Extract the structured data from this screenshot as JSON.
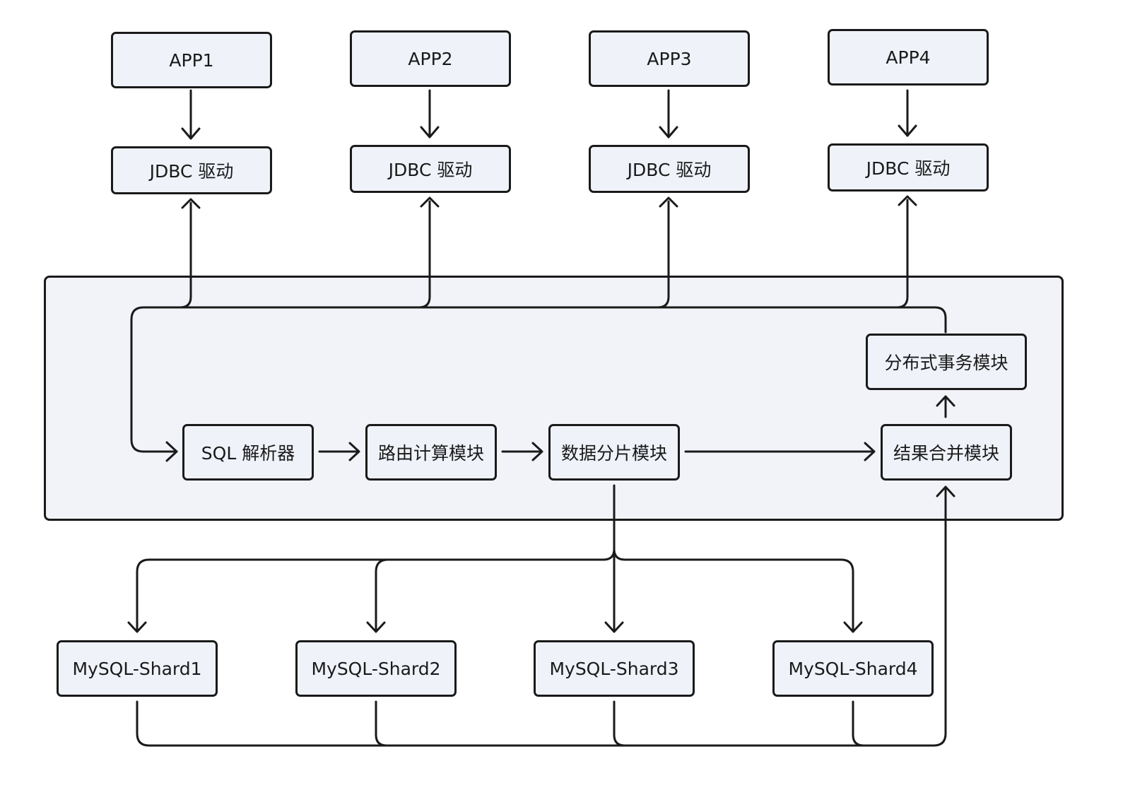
{
  "colors": {
    "node_fill": "#eff2f9",
    "container_fill": "#f1f3f9",
    "stroke": "#1a1a1a",
    "background": "#ffffff"
  },
  "apps": [
    "APP1",
    "APP2",
    "APP3",
    "APP4"
  ],
  "drivers": [
    "JDBC 驱动",
    "JDBC 驱动",
    "JDBC 驱动",
    "JDBC 驱动"
  ],
  "modules": {
    "sql_parser": "SQL 解析器",
    "route_calc": "路由计算模块",
    "data_sharding": "数据分片模块",
    "result_merge": "结果合并模块",
    "distributed_tx": "分布式事务模块"
  },
  "shards": [
    "MySQL-Shard1",
    "MySQL-Shard2",
    "MySQL-Shard3",
    "MySQL-Shard4"
  ]
}
